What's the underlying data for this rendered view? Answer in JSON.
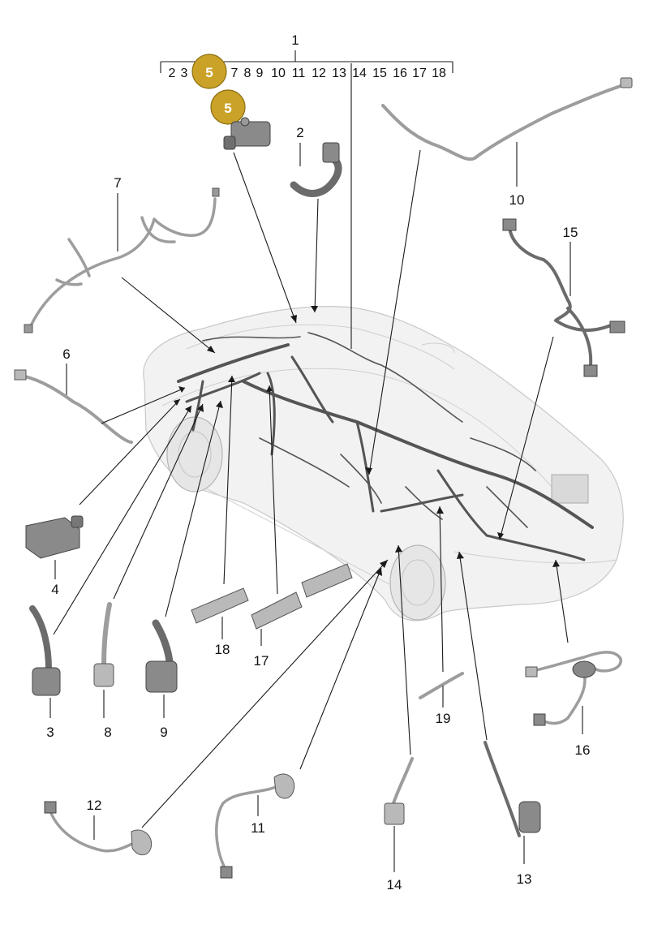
{
  "diagram": {
    "index_bar": {
      "title": "1",
      "items": [
        "2",
        "3",
        "5",
        "7",
        "8",
        "9",
        "10",
        "11",
        "12",
        "13",
        "14",
        "15",
        "16",
        "17",
        "18"
      ],
      "highlighted": "5"
    },
    "highlight_color": "#c9a227",
    "callouts": {
      "p2": "2",
      "p3": "3",
      "p4": "4",
      "p5": "5",
      "p6": "6",
      "p7": "7",
      "p8": "8",
      "p9": "9",
      "p10": "10",
      "p11": "11",
      "p12": "12",
      "p13": "13",
      "p14": "14",
      "p15": "15",
      "p16": "16",
      "p17": "17",
      "p18": "18",
      "p19": "19"
    }
  }
}
